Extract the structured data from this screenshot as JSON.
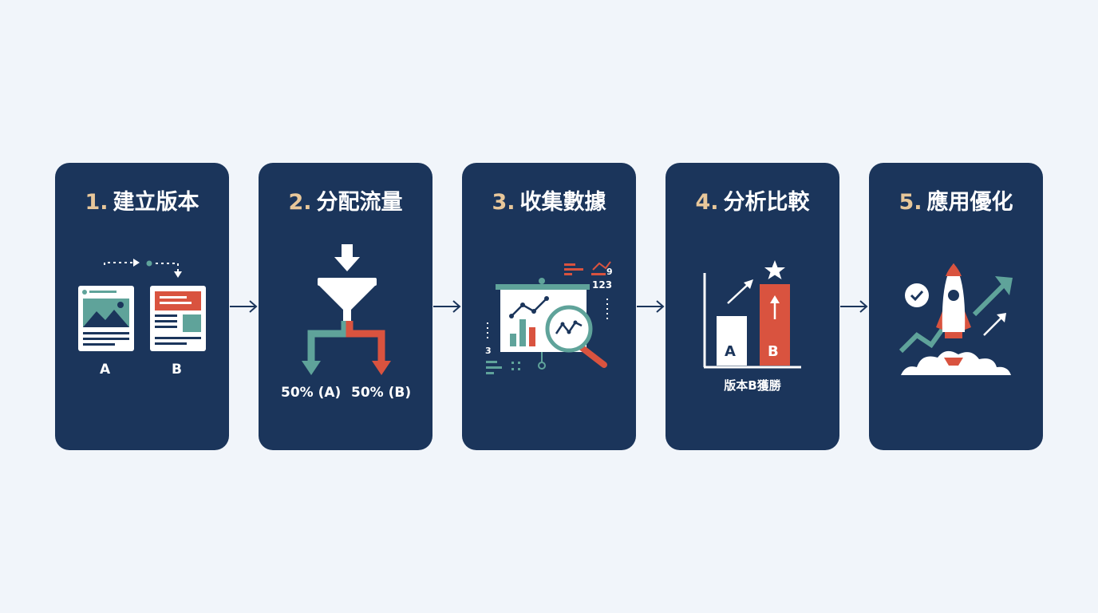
{
  "steps": [
    {
      "number": "1.",
      "title": "建立版本",
      "labels": {
        "a": "A",
        "b": "B"
      },
      "icon": "two-page-versions-icon"
    },
    {
      "number": "2.",
      "title": "分配流量",
      "labels": {
        "a": "50% (A)",
        "b": "50% (B)"
      },
      "icon": "funnel-split-icon"
    },
    {
      "number": "3.",
      "title": "收集數據",
      "labels": {
        "n1": "9",
        "n2": "123",
        "n3": "3"
      },
      "icon": "data-board-magnifier-icon"
    },
    {
      "number": "4.",
      "title": "分析比較",
      "labels": {
        "a": "A",
        "b": "B",
        "result": "版本B獲勝"
      },
      "icon": "bar-comparison-icon"
    },
    {
      "number": "5.",
      "title": "應用優化",
      "labels": {},
      "icon": "rocket-launch-icon"
    }
  ],
  "colors": {
    "background": "#f1f5fa",
    "card": "#1b355b",
    "number_accent": "#e8c79a",
    "teal": "#5fa39a",
    "red": "#d9533f",
    "white": "#ffffff"
  }
}
